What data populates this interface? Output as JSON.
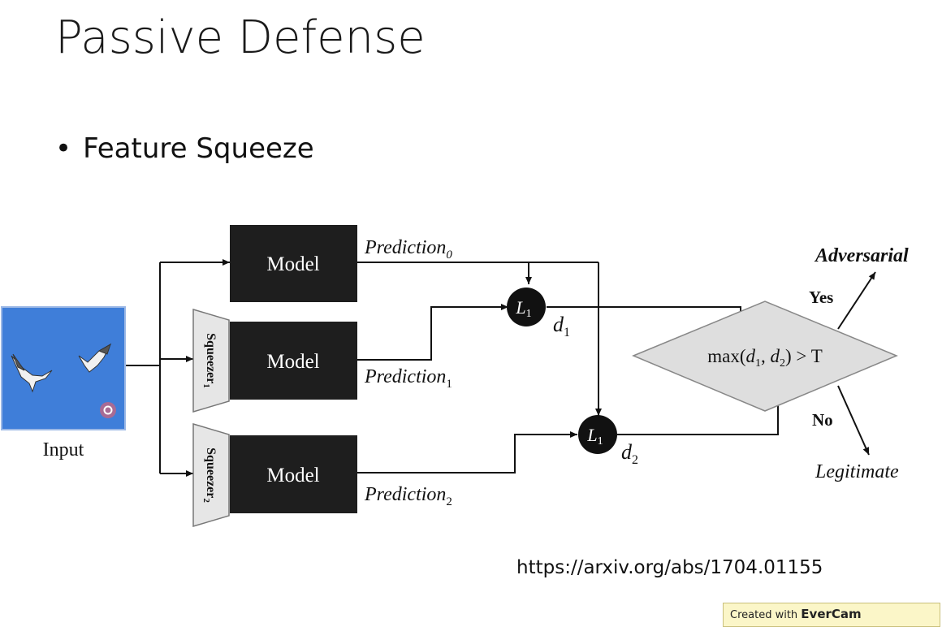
{
  "slide": {
    "title": "Passive Defense",
    "bullet": "Feature Squeeze",
    "url": "https://arxiv.org/abs/1704.01155"
  },
  "diagram": {
    "input_label": "Input",
    "model_label": "Model",
    "squeezer_1": "Squeezer",
    "squeezer_1_sub": "1",
    "squeezer_2": "Squeezer",
    "squeezer_2_sub": "2",
    "prediction_word": "Prediction",
    "pred_sub_0": "0",
    "pred_sub_1": "1",
    "pred_sub_2": "2",
    "l1_letter": "L",
    "l1_sub": "1",
    "d_letter": "d",
    "d1_sub": "1",
    "d2_sub": "2",
    "decision_max": "max(",
    "decision_comma": ", ",
    "decision_tail": ") > T",
    "yes_label": "Yes",
    "no_label": "No",
    "adversarial_label": "Adversarial",
    "legitimate_label": "Legitimate"
  },
  "watermark": {
    "prefix": "Created with ",
    "brand": "EverCam"
  },
  "colors": {
    "model_box": "#1e1e1e",
    "squeezer_fill": "#e6e6e6",
    "decision_fill": "#dedede",
    "input_sky": "#3f7ed9"
  }
}
